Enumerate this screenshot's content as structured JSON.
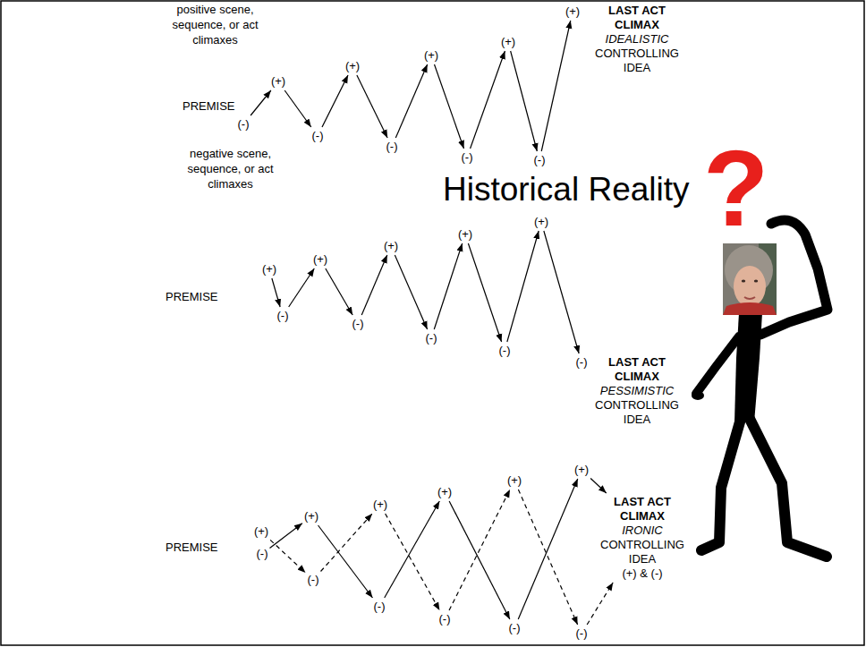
{
  "diagram": {
    "nodes": [
      {
        "text": [
          "(-)"
        ]
      },
      {
        "text": [
          "(+)"
        ]
      },
      {
        "text": [
          "(-)"
        ]
      },
      {
        "text": [
          "(+)"
        ]
      },
      {
        "text": [
          "(-)"
        ]
      },
      {
        "text": [
          "(+)"
        ]
      },
      {
        "text": [
          "(-)"
        ]
      },
      {
        "text": [
          "(+)"
        ]
      },
      {
        "text": [
          "(-)"
        ]
      },
      {
        "text": [
          "(+)"
        ]
      },
      {
        "text": [
          "LAST ACT CLIMAX",
          "IDEALISTIC",
          "CONTROLLING IDEA"
        ]
      },
      {
        "text": [
          "(+)"
        ]
      },
      {
        "text": [
          "(-)"
        ]
      },
      {
        "text": [
          "(+)"
        ]
      },
      {
        "text": [
          "(-)"
        ]
      },
      {
        "text": [
          "(+)"
        ]
      },
      {
        "text": [
          "(-)"
        ]
      },
      {
        "text": [
          "(+)"
        ]
      },
      {
        "text": [
          "(-)"
        ]
      },
      {
        "text": [
          "(+)"
        ]
      },
      {
        "text": [
          "(-)"
        ]
      },
      {
        "text": [
          "LAST ACT CLIMAX",
          "PESSIMISTIC",
          "CONTROLLING IDEA"
        ]
      },
      {
        "text": [
          "(+)"
        ]
      },
      {
        "text": [
          "(-)"
        ]
      },
      {
        "text": [
          "(+)"
        ]
      },
      {
        "text": [
          "(-)"
        ]
      },
      {
        "text": [
          "(+)"
        ]
      },
      {
        "text": [
          "(-)"
        ]
      },
      {
        "text": [
          "(+)"
        ]
      },
      {
        "text": [
          "(-)"
        ]
      },
      {
        "text": [
          "(+)"
        ]
      },
      {
        "text": [
          "(-)"
        ]
      },
      {
        "text": [
          "(+)"
        ]
      },
      {
        "text": [
          "(-)"
        ]
      },
      {
        "text": [
          "LAST ACT CLIMAX",
          "IRONIC",
          "CONTROLLING IDEA",
          "(+) & (-)"
        ]
      }
    ],
    "edges": [
      {
        "from": 0,
        "to": 1,
        "arrow": "to"
      },
      {
        "from": 1,
        "to": 2,
        "arrow": "to"
      },
      {
        "from": 2,
        "to": 3,
        "arrow": "to"
      },
      {
        "from": 3,
        "to": 4,
        "arrow": "to"
      },
      {
        "from": 4,
        "to": 5,
        "arrow": "to"
      },
      {
        "from": 5,
        "to": 6,
        "arrow": "to"
      },
      {
        "from": 6,
        "to": 7,
        "arrow": "to"
      },
      {
        "from": 7,
        "to": 8,
        "arrow": "to"
      },
      {
        "from": 8,
        "to": 9,
        "arrow": "to"
      },
      {
        "from": 11,
        "to": 12,
        "arrow": "to"
      },
      {
        "from": 12,
        "to": 13,
        "arrow": "to"
      },
      {
        "from": 13,
        "to": 14,
        "arrow": "to"
      },
      {
        "from": 14,
        "to": 15,
        "arrow": "to"
      },
      {
        "from": 15,
        "to": 16,
        "arrow": "to"
      },
      {
        "from": 16,
        "to": 17,
        "arrow": "to"
      },
      {
        "from": 17,
        "to": 18,
        "arrow": "to"
      },
      {
        "from": 18,
        "to": 19,
        "arrow": "to"
      },
      {
        "from": 19,
        "to": 20,
        "arrow": "to"
      },
      {
        "from": 23,
        "to": 24,
        "arrow": "to"
      },
      {
        "from": 24,
        "to": 27,
        "arrow": "to"
      },
      {
        "from": 27,
        "to": 28,
        "arrow": "to"
      },
      {
        "from": 28,
        "to": 31,
        "arrow": "to"
      },
      {
        "from": 31,
        "to": 32,
        "arrow": "to"
      },
      {
        "from": 32,
        "to": 34,
        "arrow": "to"
      },
      {
        "from": 22,
        "to": 25,
        "arrow": "to"
      },
      {
        "from": 25,
        "to": 26,
        "arrow": "to"
      },
      {
        "from": 26,
        "to": 29,
        "arrow": "to"
      },
      {
        "from": 29,
        "to": 30,
        "arrow": "to"
      },
      {
        "from": 30,
        "to": 33,
        "arrow": "to"
      },
      {
        "from": 33,
        "to": 34,
        "arrow": "to"
      }
    ],
    "labels": [
      "positive scene, sequence, or act climaxes",
      "PREMISE",
      "negative scene, sequence, or act climaxes",
      "Historical Reality",
      "?",
      "PREMISE",
      "PREMISE"
    ]
  }
}
